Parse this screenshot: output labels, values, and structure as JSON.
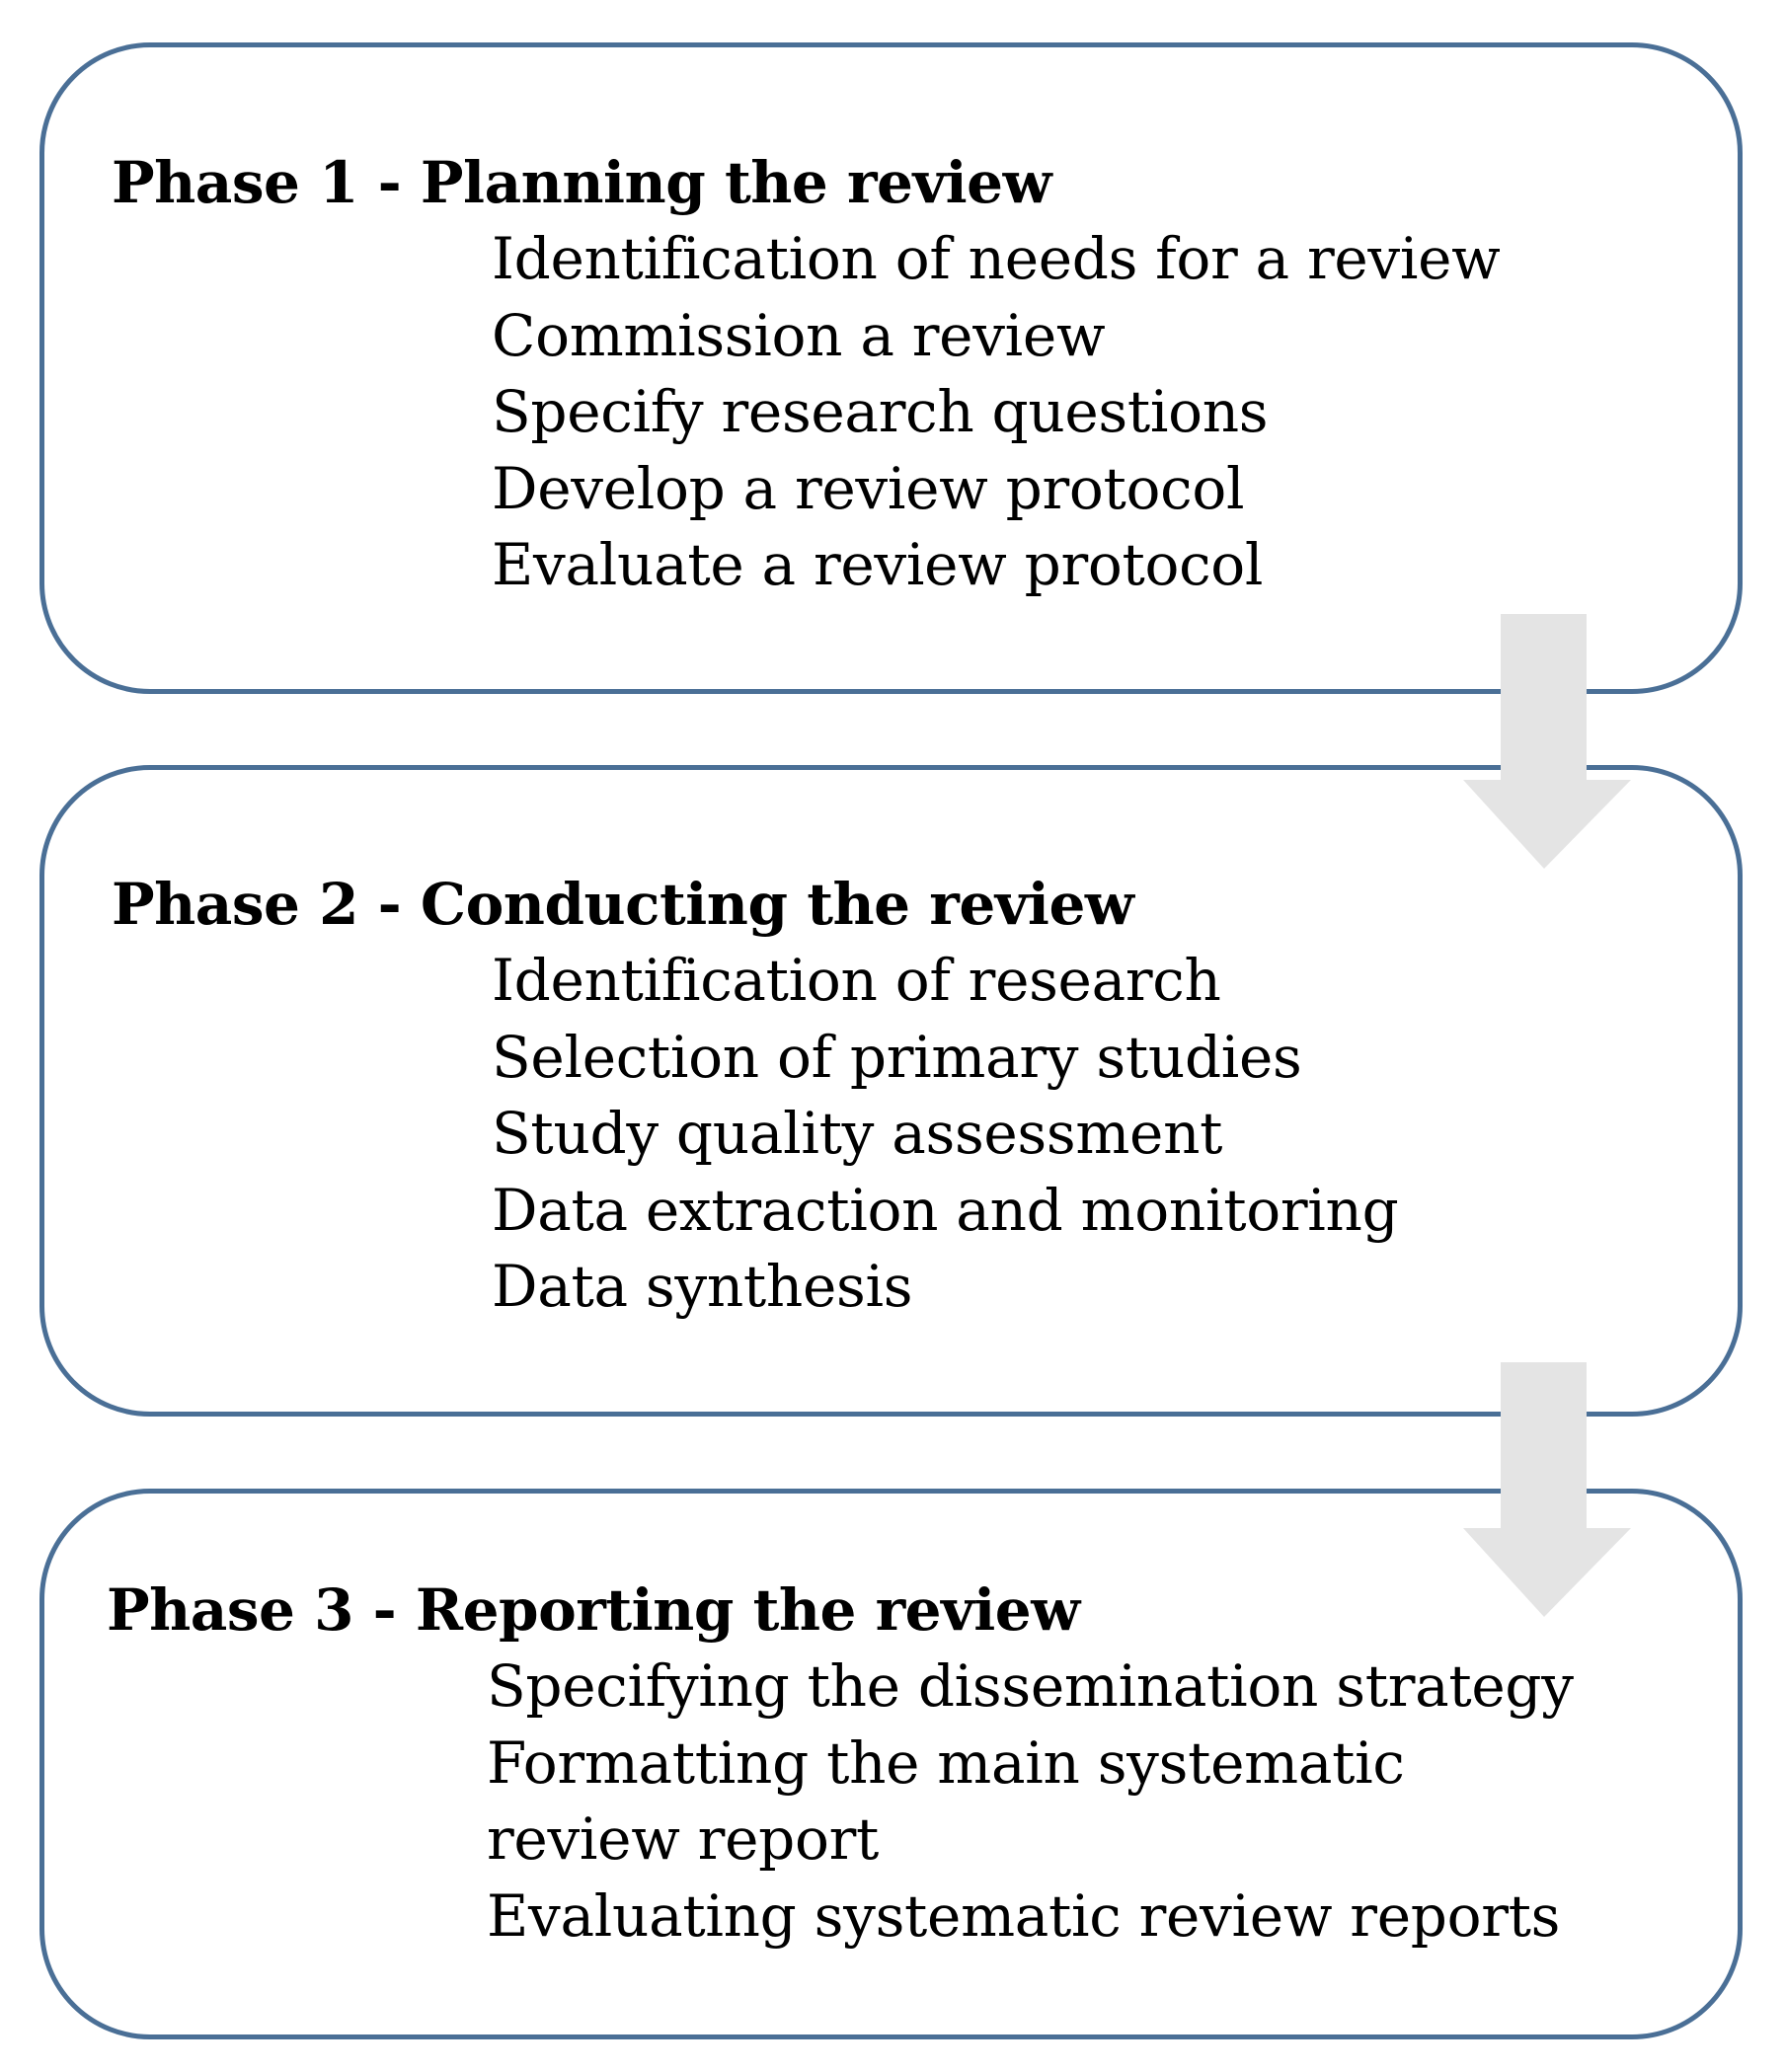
{
  "phases": [
    {
      "title": "Phase 1 - Planning the review",
      "steps": [
        "Identification of needs for a review",
        "Commission a review",
        "Specify research questions",
        "Develop a review protocol",
        "Evaluate a review protocol"
      ]
    },
    {
      "title": "Phase 2 - Conducting the review",
      "steps": [
        "Identification of research",
        "Selection of primary studies",
        "Study quality assessment",
        "Data extraction and monitoring",
        "Data synthesis"
      ]
    },
    {
      "title": "Phase 3 - Reporting the review",
      "steps": [
        "Specifying the dissemination strategy",
        "Formatting the main systematic review report",
        "Evaluating systematic review reports"
      ]
    }
  ],
  "colors": {
    "box_border": "#4a6f96",
    "arrow_fill": "#e4e4e4",
    "text": "#000000"
  }
}
